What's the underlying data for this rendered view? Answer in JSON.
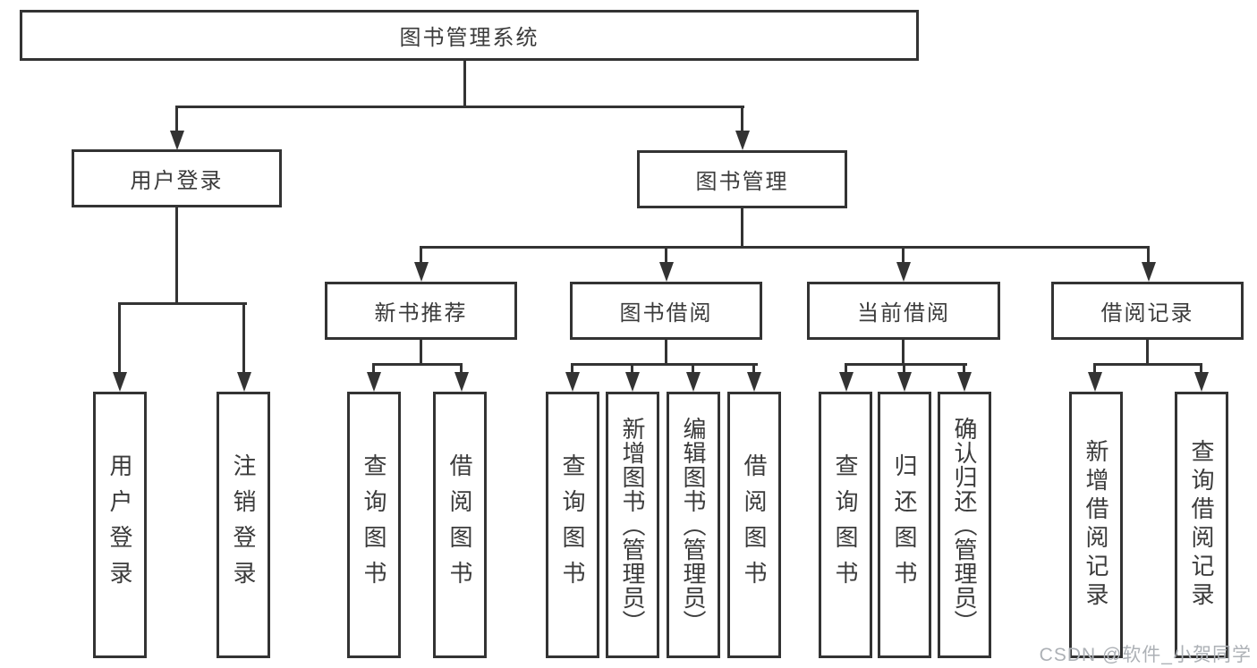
{
  "watermark": "CSDN @软件_小贺同学",
  "colors": {
    "line": "#333333",
    "text": "#3b3b3b",
    "watermark": "#adb1b6",
    "background": "#ffffff"
  },
  "tree": {
    "root": {
      "label": "图书管理系统"
    },
    "branches": [
      {
        "label": "用户登录",
        "children": [
          {
            "label": "用户登录"
          },
          {
            "label": "注销登录"
          }
        ]
      },
      {
        "label": "图书管理",
        "children": [
          {
            "label": "新书推荐",
            "children": [
              {
                "label": "查询图书"
              },
              {
                "label": "借阅图书"
              }
            ]
          },
          {
            "label": "图书借阅",
            "children": [
              {
                "label": "查询图书"
              },
              {
                "label": "新增图书（管理员）"
              },
              {
                "label": "编辑图书（管理员）"
              },
              {
                "label": "借阅图书"
              }
            ]
          },
          {
            "label": "当前借阅",
            "children": [
              {
                "label": "查询图书"
              },
              {
                "label": "归还图书"
              },
              {
                "label": "确认归还（管理员）"
              }
            ]
          },
          {
            "label": "借阅记录",
            "children": [
              {
                "label": "新增借阅记录"
              },
              {
                "label": "查询借阅记录"
              }
            ]
          }
        ]
      }
    ]
  }
}
